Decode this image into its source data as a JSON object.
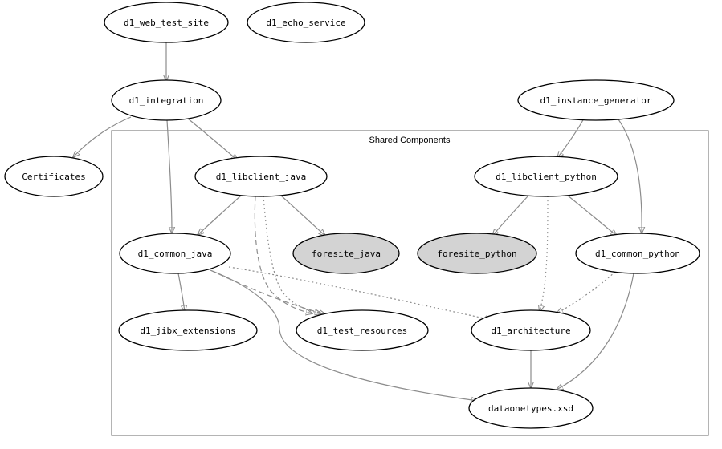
{
  "diagram": {
    "cluster_label": "Shared Components",
    "nodes": {
      "d1_web_test_site": {
        "label": "d1_web_test_site",
        "shaded": false
      },
      "d1_echo_service": {
        "label": "d1_echo_service",
        "shaded": false
      },
      "d1_integration": {
        "label": "d1_integration",
        "shaded": false
      },
      "d1_instance_generator": {
        "label": "d1_instance_generator",
        "shaded": false
      },
      "certificates": {
        "label": "Certificates",
        "shaded": false
      },
      "d1_libclient_java": {
        "label": "d1_libclient_java",
        "shaded": false
      },
      "d1_libclient_python": {
        "label": "d1_libclient_python",
        "shaded": false
      },
      "d1_common_java": {
        "label": "d1_common_java",
        "shaded": false
      },
      "foresite_java": {
        "label": "foresite_java",
        "shaded": true
      },
      "foresite_python": {
        "label": "foresite_python",
        "shaded": true
      },
      "d1_common_python": {
        "label": "d1_common_python",
        "shaded": false
      },
      "d1_jibx_extensions": {
        "label": "d1_jibx_extensions",
        "shaded": false
      },
      "d1_test_resources": {
        "label": "d1_test_resources",
        "shaded": false
      },
      "d1_architecture": {
        "label": "d1_architecture",
        "shaded": false
      },
      "dataonetypes_xsd": {
        "label": "dataonetypes.xsd",
        "shaded": false
      }
    },
    "edges": [
      {
        "from": "d1_web_test_site",
        "to": "d1_integration",
        "style": "solid"
      },
      {
        "from": "d1_integration",
        "to": "certificates",
        "style": "solid"
      },
      {
        "from": "d1_integration",
        "to": "d1_common_java",
        "style": "solid"
      },
      {
        "from": "d1_integration",
        "to": "d1_libclient_java",
        "style": "solid"
      },
      {
        "from": "d1_instance_generator",
        "to": "d1_libclient_python",
        "style": "solid"
      },
      {
        "from": "d1_instance_generator",
        "to": "d1_common_python",
        "style": "solid"
      },
      {
        "from": "d1_libclient_java",
        "to": "d1_common_java",
        "style": "solid"
      },
      {
        "from": "d1_libclient_java",
        "to": "foresite_java",
        "style": "solid"
      },
      {
        "from": "d1_libclient_java",
        "to": "d1_test_resources",
        "style": "dashed"
      },
      {
        "from": "d1_libclient_java",
        "to": "d1_test_resources",
        "style": "dotted"
      },
      {
        "from": "d1_libclient_python",
        "to": "foresite_python",
        "style": "solid"
      },
      {
        "from": "d1_libclient_python",
        "to": "d1_common_python",
        "style": "solid"
      },
      {
        "from": "d1_libclient_python",
        "to": "d1_architecture",
        "style": "dotted"
      },
      {
        "from": "d1_common_java",
        "to": "d1_jibx_extensions",
        "style": "solid"
      },
      {
        "from": "d1_common_java",
        "to": "d1_test_resources",
        "style": "dashed"
      },
      {
        "from": "d1_common_java",
        "to": "d1_architecture",
        "style": "dotted"
      },
      {
        "from": "d1_common_java",
        "to": "dataonetypes_xsd",
        "style": "solid"
      },
      {
        "from": "d1_common_python",
        "to": "d1_architecture",
        "style": "dotted"
      },
      {
        "from": "d1_common_python",
        "to": "dataonetypes_xsd",
        "style": "solid"
      },
      {
        "from": "d1_architecture",
        "to": "dataonetypes_xsd",
        "style": "solid"
      }
    ]
  }
}
